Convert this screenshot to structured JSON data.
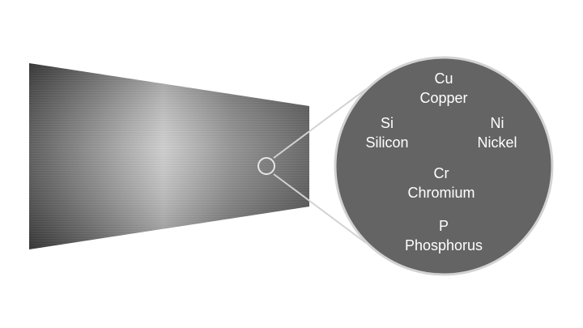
{
  "colors": {
    "background": "#ffffff",
    "magnifier_fill": "#646464",
    "magnifier_stroke": "#d2d2d2",
    "metal_dark": "#4a4a4a",
    "metal_light": "#cfcfcf",
    "label_text": "#ffffff"
  },
  "elements": [
    {
      "symbol": "Cu",
      "name": "Copper"
    },
    {
      "symbol": "Si",
      "name": "Silicon"
    },
    {
      "symbol": "Ni",
      "name": "Nickel"
    },
    {
      "symbol": "Cr",
      "name": "Chromium"
    },
    {
      "symbol": "P",
      "name": "Phosphorus"
    }
  ]
}
